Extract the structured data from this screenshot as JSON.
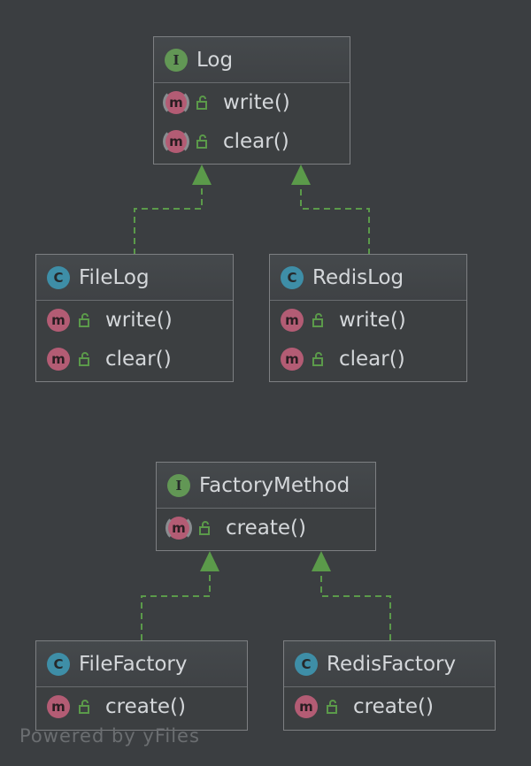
{
  "colors": {
    "background": "#3b3e41",
    "edge": "#5b9a4a",
    "interface_badge": "#629755",
    "class_badge": "#3e8ea7",
    "method_badge": "#b35c74"
  },
  "nodes": {
    "log": {
      "kind": "interface",
      "kind_letter": "I",
      "title": "Log",
      "methods": [
        {
          "label": "write()",
          "badge": "m",
          "abstract": true,
          "icon": "lock-open-icon"
        },
        {
          "label": "clear()",
          "badge": "m",
          "abstract": true,
          "icon": "lock-open-icon"
        }
      ]
    },
    "filelog": {
      "kind": "class",
      "kind_letter": "C",
      "title": "FileLog",
      "methods": [
        {
          "label": "write()",
          "badge": "m",
          "abstract": false,
          "icon": "lock-open-icon"
        },
        {
          "label": "clear()",
          "badge": "m",
          "abstract": false,
          "icon": "lock-open-icon"
        }
      ]
    },
    "redislog": {
      "kind": "class",
      "kind_letter": "C",
      "title": "RedisLog",
      "methods": [
        {
          "label": "write()",
          "badge": "m",
          "abstract": false,
          "icon": "lock-open-icon"
        },
        {
          "label": "clear()",
          "badge": "m",
          "abstract": false,
          "icon": "lock-open-icon"
        }
      ]
    },
    "factorymethod": {
      "kind": "interface",
      "kind_letter": "I",
      "title": "FactoryMethod",
      "methods": [
        {
          "label": "create()",
          "badge": "m",
          "abstract": true,
          "icon": "lock-open-icon"
        }
      ]
    },
    "filefactory": {
      "kind": "class",
      "kind_letter": "C",
      "title": "FileFactory",
      "methods": [
        {
          "label": "create()",
          "badge": "m",
          "abstract": false,
          "icon": "lock-open-icon"
        }
      ]
    },
    "redisfactory": {
      "kind": "class",
      "kind_letter": "C",
      "title": "RedisFactory",
      "methods": [
        {
          "label": "create()",
          "badge": "m",
          "abstract": false,
          "icon": "lock-open-icon"
        }
      ]
    }
  },
  "edges": [
    {
      "from": "filelog",
      "to": "log",
      "type": "implements"
    },
    {
      "from": "redislog",
      "to": "log",
      "type": "implements"
    },
    {
      "from": "filefactory",
      "to": "factorymethod",
      "type": "implements"
    },
    {
      "from": "redisfactory",
      "to": "factorymethod",
      "type": "implements"
    }
  ],
  "watermark": "Powered by yFiles"
}
